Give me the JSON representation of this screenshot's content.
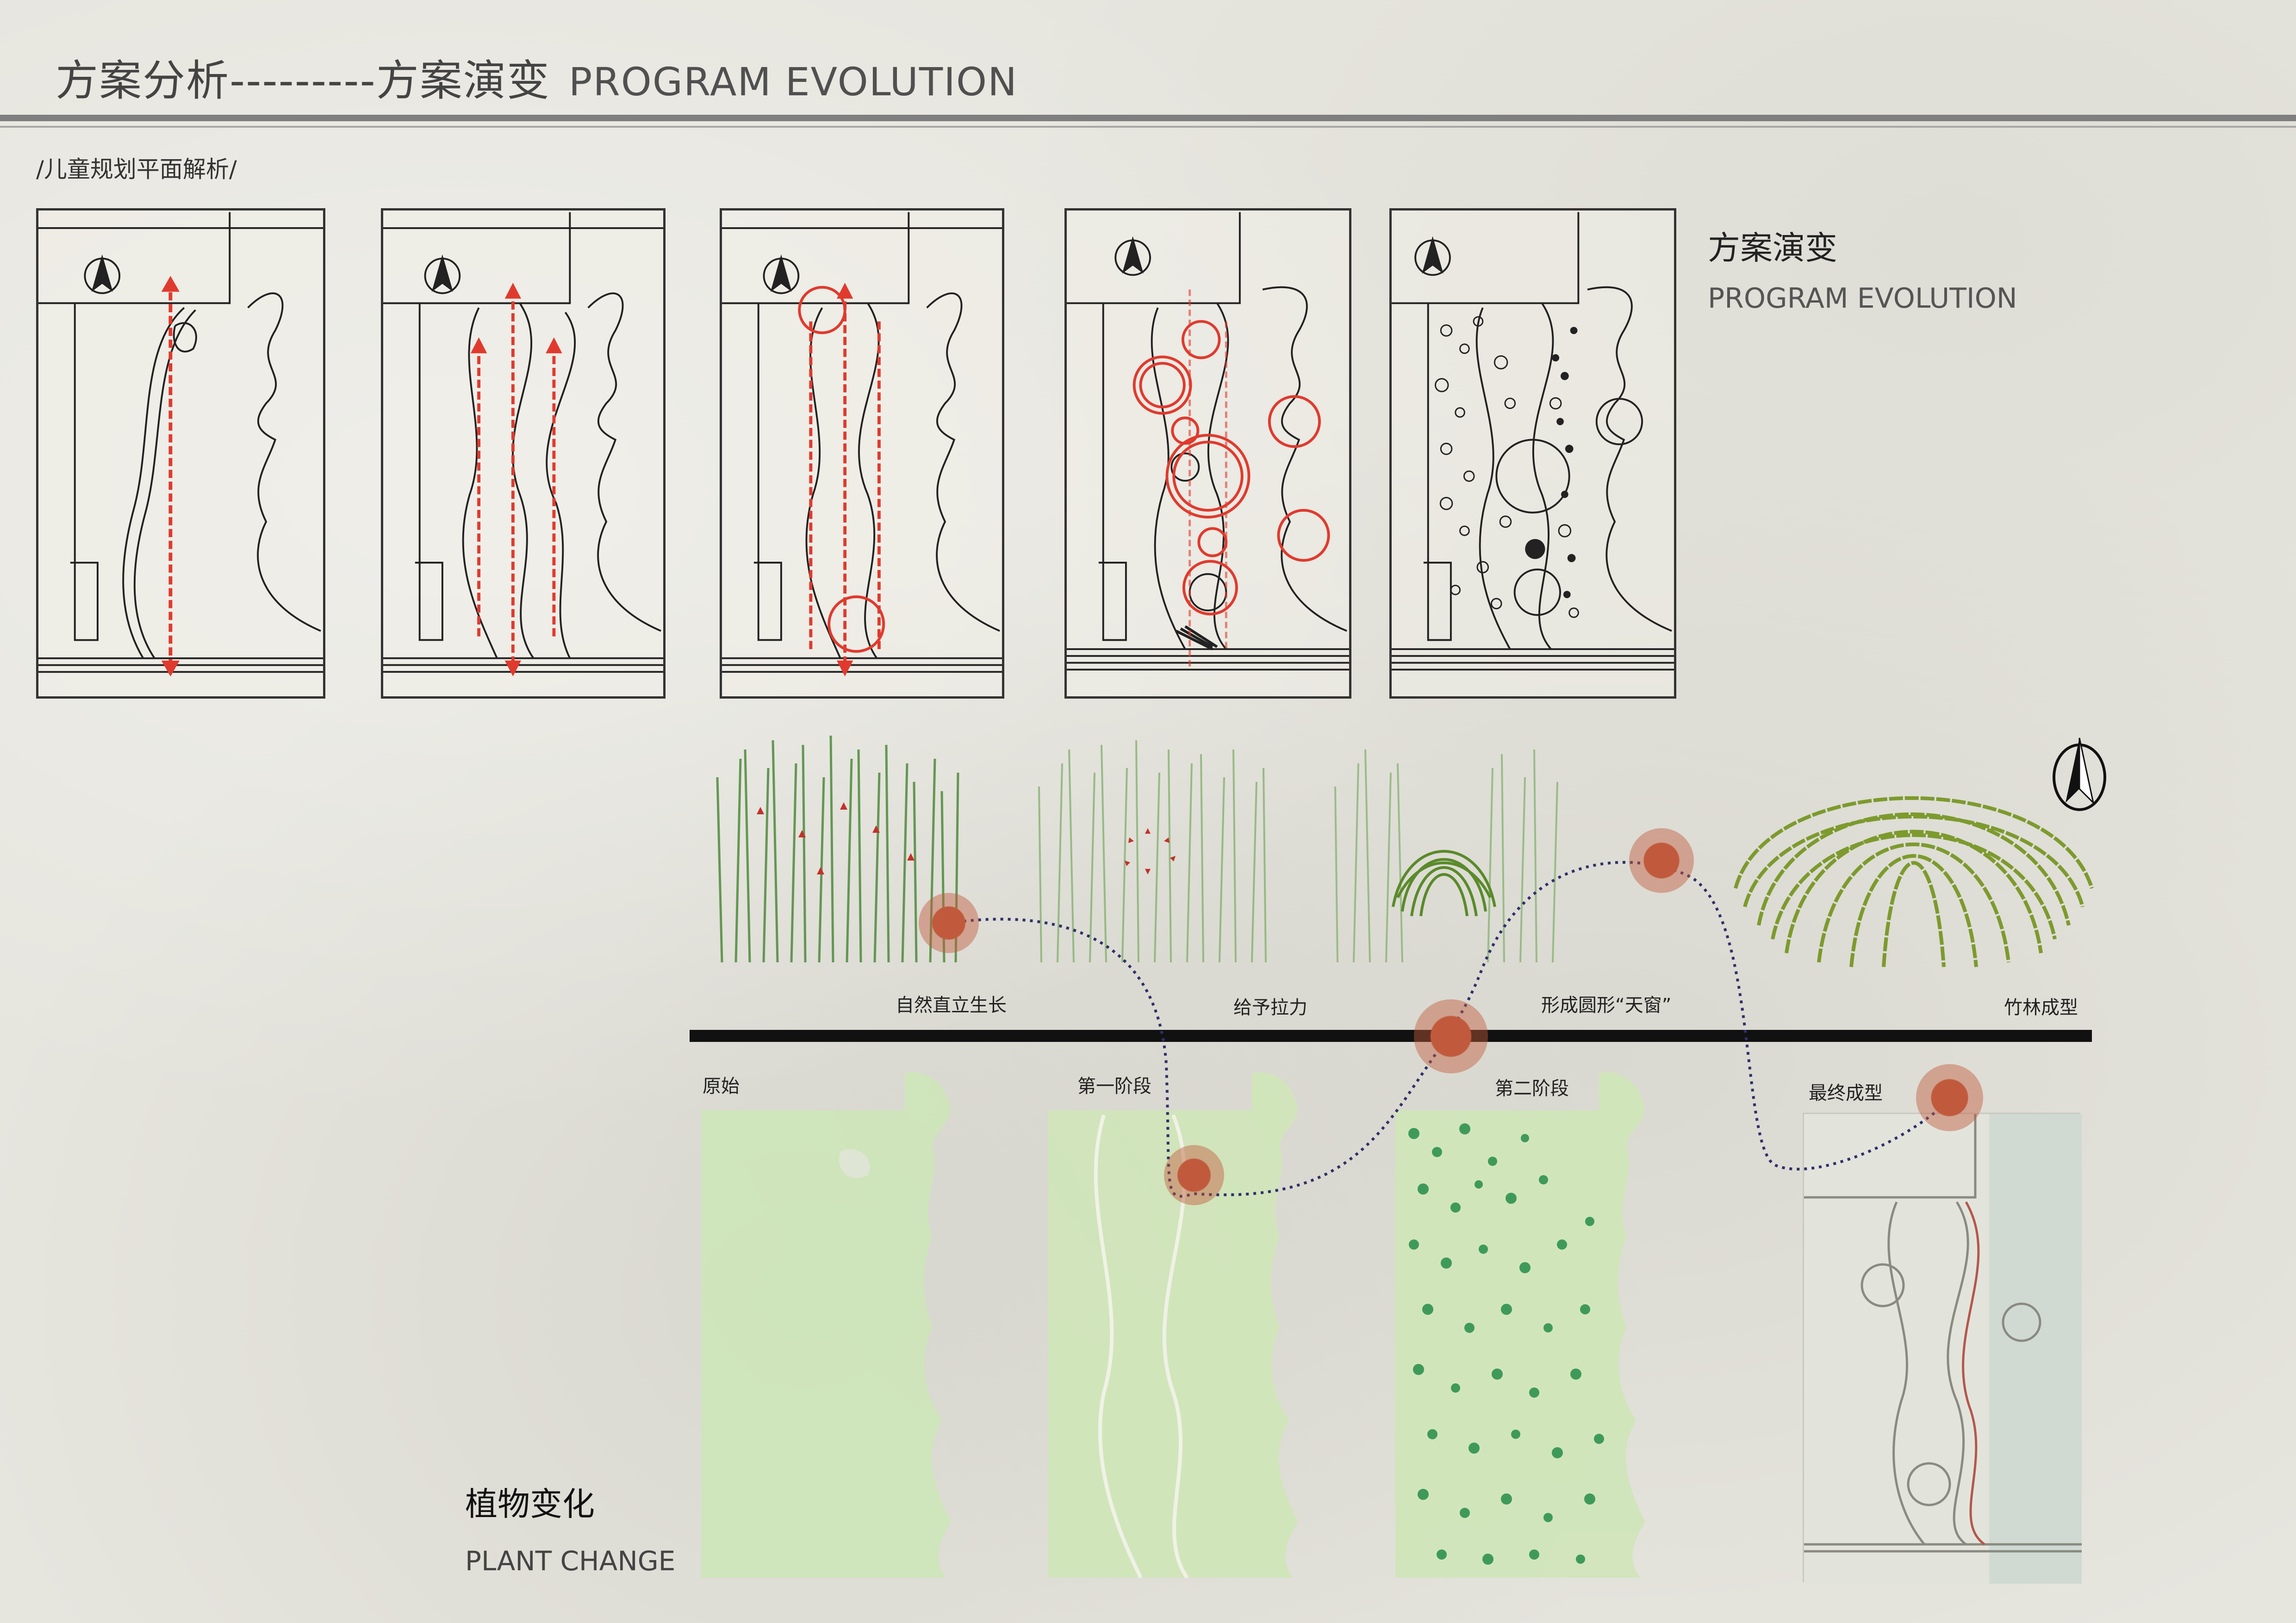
{
  "header": {
    "title_cn": "方案分析---------方案演变",
    "title_en": "PROGRAM EVOLUTION",
    "subtitle": "/儿童规划平面解析/"
  },
  "evolution": {
    "title_cn": "方案演变",
    "title_en": "PROGRAM EVOLUTION"
  },
  "bamboo_stages": [
    "自然直立生长",
    "给予拉力",
    "形成圆形“天窗”",
    "竹林成型"
  ],
  "plan_stages": [
    "原始",
    "第一阶段",
    "第二阶段",
    "最终成型"
  ],
  "plant": {
    "title_cn": "植物变化",
    "title_en": "PLANT CHANGE"
  },
  "colors": {
    "accent_red": "#e03a2e",
    "node": "#c15a3c",
    "green_plan": "#cde5b8",
    "bamboo": "#6b8f2e"
  },
  "icons": [
    "north-arrow-icon"
  ]
}
